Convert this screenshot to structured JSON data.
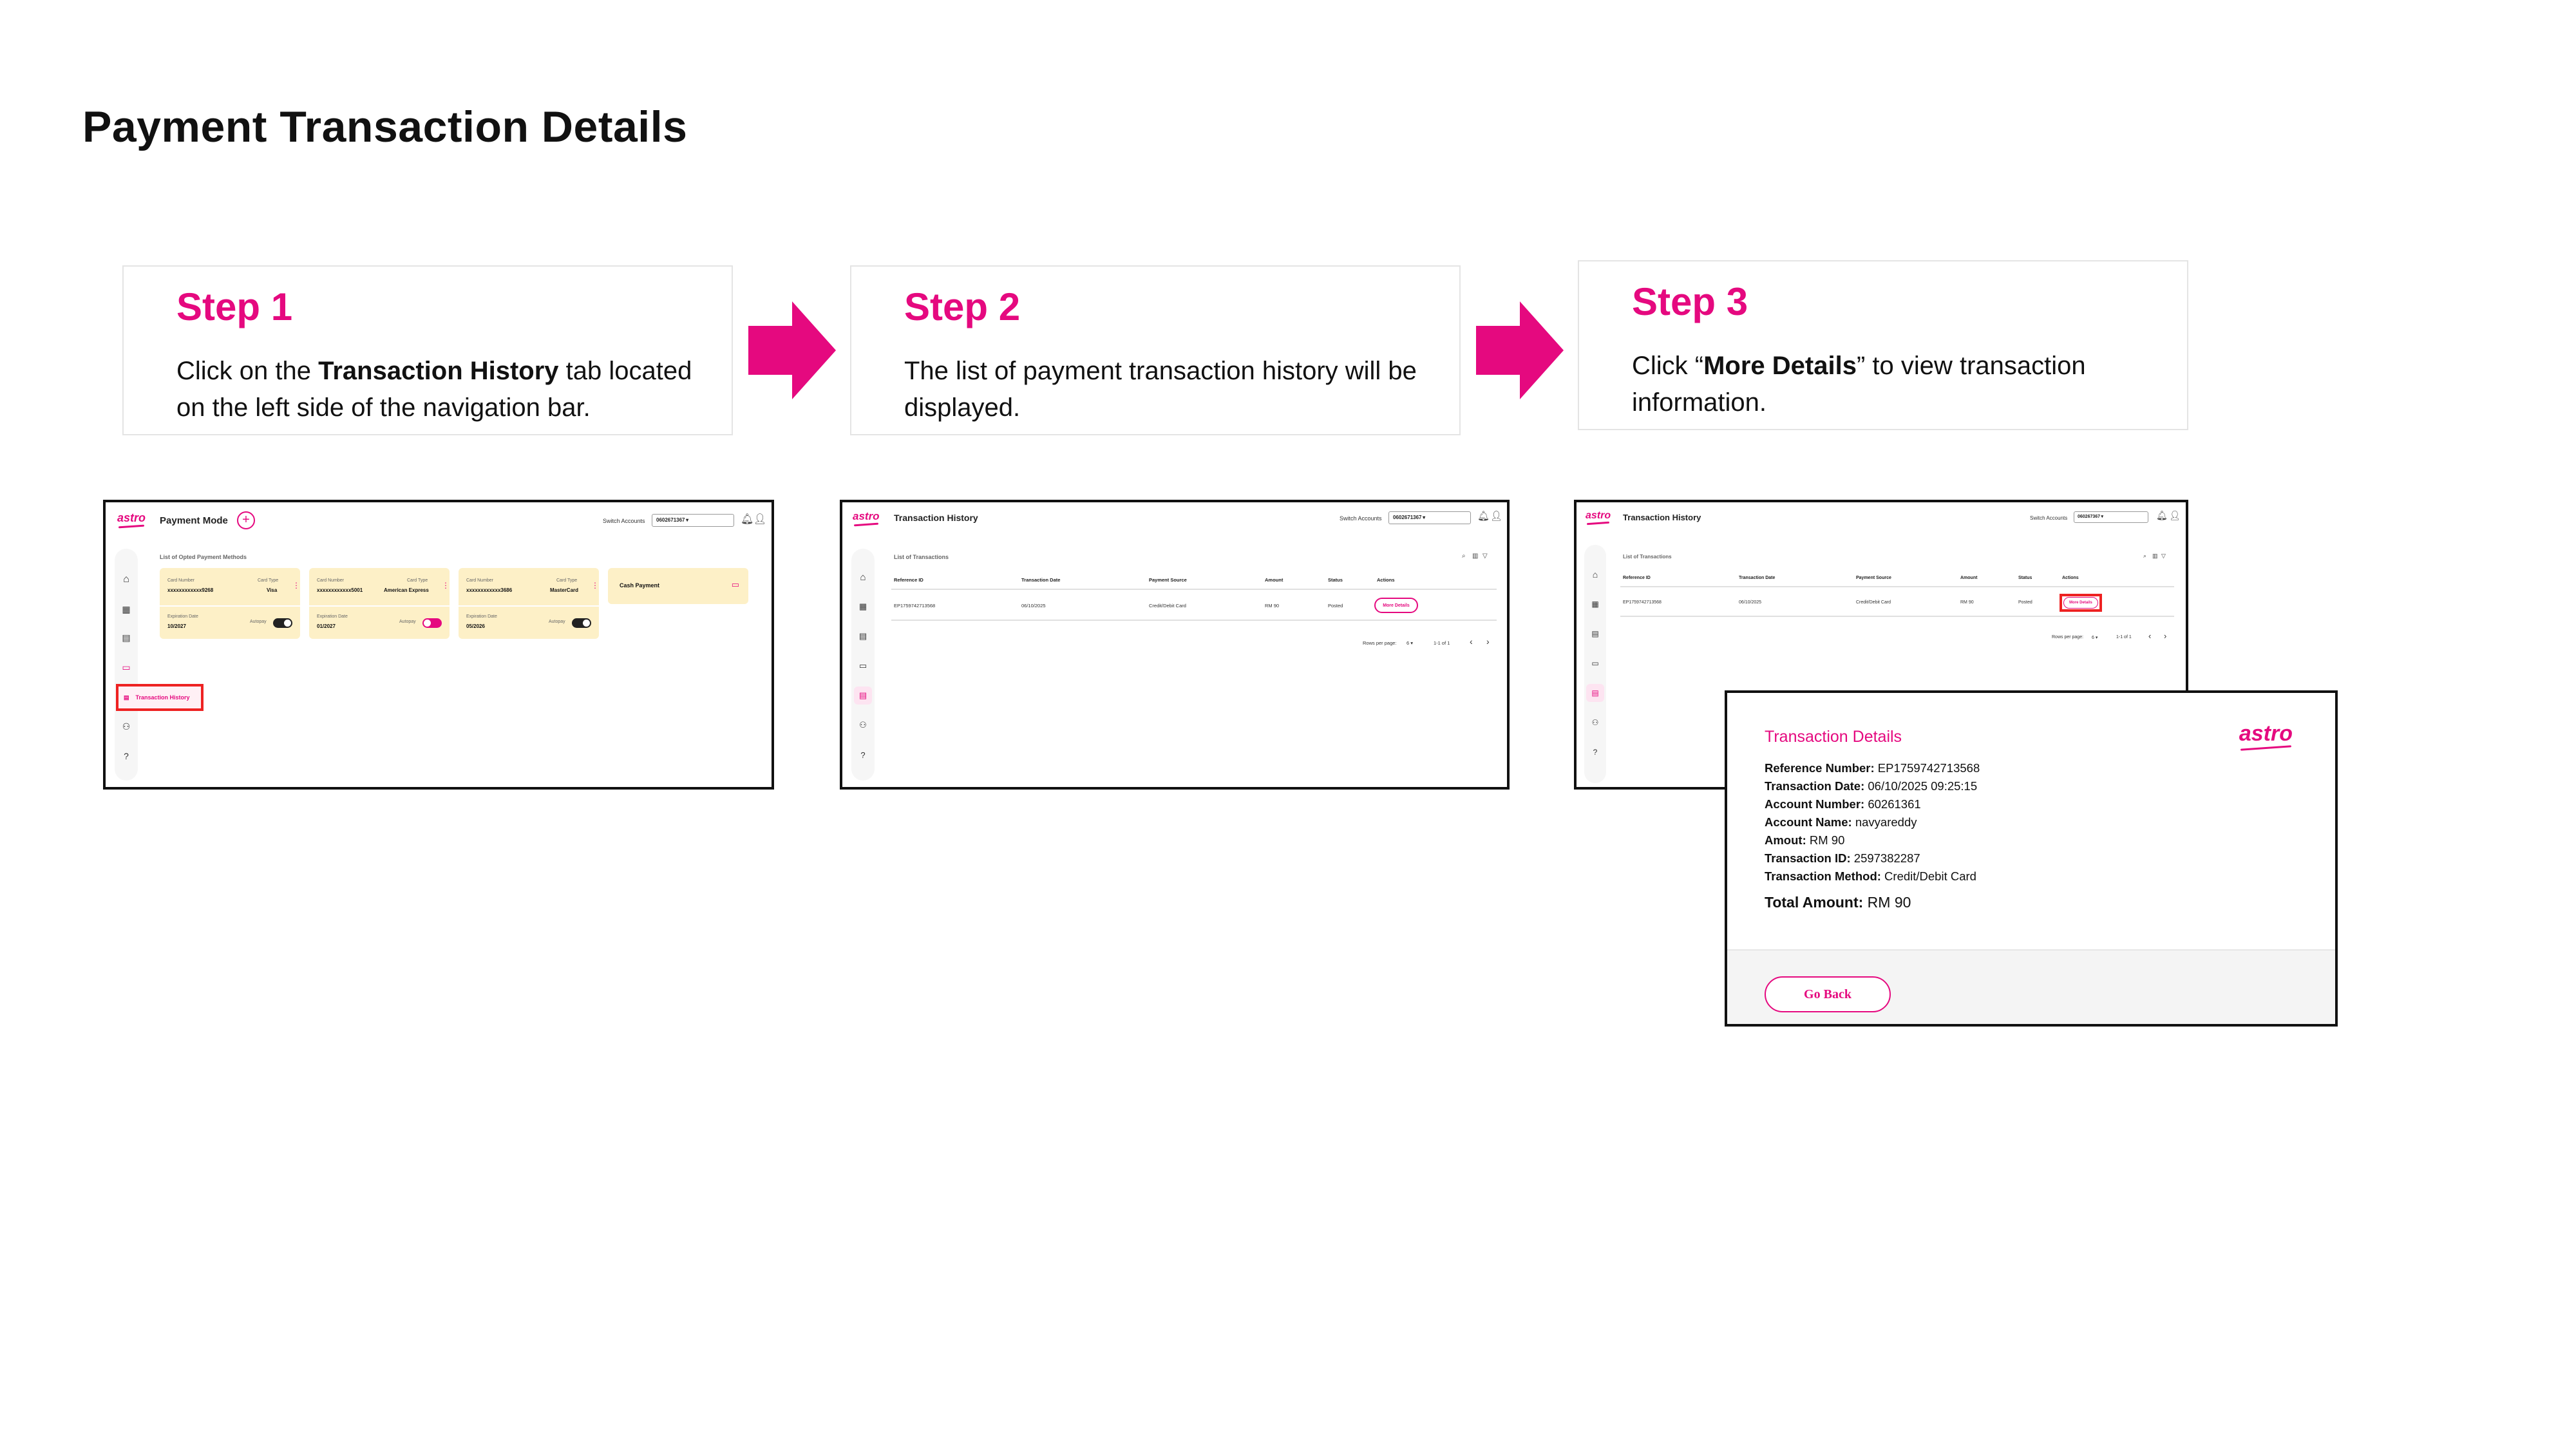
{
  "page": {
    "title": "Payment Transaction Details"
  },
  "steps": [
    {
      "title": "Step 1",
      "pre": "Click on the ",
      "bold": "Transaction History",
      "post": " tab located on the left side of the navigation bar."
    },
    {
      "title": "Step 2",
      "text": "The list of payment transaction history will be displayed."
    },
    {
      "title": "Step 3",
      "pre": "Click “",
      "bold": "More Details",
      "post": "” to view transaction information."
    }
  ],
  "common": {
    "logo": "astro",
    "switch_label": "Switch Accounts",
    "account": "0602671367 ▾",
    "account_short": "060267367 ▾"
  },
  "shot1": {
    "title": "Payment Mode",
    "add": "+",
    "section": "List of Opted Payment Methods",
    "cards": [
      {
        "num_label": "Card Number",
        "num": "xxxxxxxxxxxx9268",
        "type_label": "Card Type",
        "type": "Visa",
        "exp_label": "Expiration Date",
        "exp": "10/2027",
        "autopay": "Autopay"
      },
      {
        "num_label": "Card Number",
        "num": "xxxxxxxxxxxx5001",
        "type_label": "Card Type",
        "type": "American Express",
        "exp_label": "Expiration Date",
        "exp": "01/2027",
        "autopay": "Autopay"
      },
      {
        "num_label": "Card Number",
        "num": "xxxxxxxxxxxx3686",
        "type_label": "Card Type",
        "type": "MasterCard",
        "exp_label": "Expiration Date",
        "exp": "05/2026",
        "autopay": "Autopay"
      }
    ],
    "cash": "Cash Payment",
    "highlight_tab": "Transaction History"
  },
  "shot2": {
    "title": "Transaction History",
    "section": "List of Transactions",
    "headers": [
      "Reference ID",
      "Transaction Date",
      "Payment Source",
      "Amount",
      "Status",
      "Actions"
    ],
    "row": [
      "EP1759742713568",
      "06/10/2025",
      "Credit/Debit Card",
      "RM 90",
      "Posted"
    ],
    "action": "More Details",
    "rows_per_page": "Rows per page:",
    "rows_value": "6 ▾",
    "range": "1-1 of 1",
    "prev": "‹",
    "next": "›"
  },
  "shot3": {
    "title": "Transaction History",
    "section": "List of Transactions",
    "headers": [
      "Reference ID",
      "Transaction Date",
      "Payment Source",
      "Amount",
      "Status",
      "Actions"
    ],
    "row": [
      "EP1759742713568",
      "06/10/2025",
      "Credit/Debit Card",
      "RM 90",
      "Posted"
    ],
    "action": "More Details",
    "rows_per_page": "Rows per page:",
    "rows_value": "6 ▾",
    "range": "1-1 of 1"
  },
  "modal": {
    "title": "Transaction Details",
    "logo": "astro",
    "fields": [
      {
        "label": "Reference Number:",
        "value": " EP1759742713568"
      },
      {
        "label": "Transaction Date:",
        "value": " 06/10/2025 09:25:15"
      },
      {
        "label": "Account Number:",
        "value": " 60261361"
      },
      {
        "label": "Account Name:",
        "value": " navyareddy"
      },
      {
        "label": "Amout:",
        "value": " RM 90"
      },
      {
        "label": "Transaction ID:",
        "value": " 2597382287"
      },
      {
        "label": "Transaction Method:",
        "value": " Credit/Debit Card"
      }
    ],
    "total_label": "Total Amount:",
    "total_value": " RM 90",
    "go_back": "Go Back"
  },
  "colors": {
    "brand": "#e5097f",
    "highlight": "#ee2222",
    "card_bg": "#fdf0c7"
  }
}
